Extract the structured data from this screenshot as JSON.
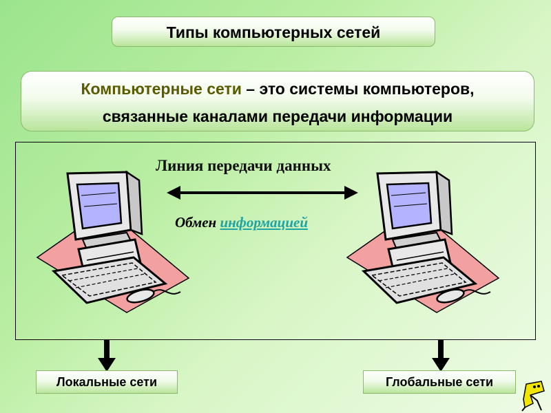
{
  "title": "Типы компьютерных сетей",
  "definition": {
    "term": "Компьютерные сети",
    "rest_line1": " – это системы компьютеров,",
    "line2": "связанные каналами передачи информации"
  },
  "diagram": {
    "line_label": "Линия передачи данных",
    "exchange_word": "Обмен ",
    "exchange_link": "информацией"
  },
  "buttons": {
    "local": "Локальные сети",
    "global": "Глобальные сети"
  },
  "colors": {
    "pill_gradient_bottom": "#B9E59B",
    "term_color": "#5A5A00",
    "link_color": "#1FA3A3",
    "mat_color": "#F2A0A0",
    "screen_color": "#B3B3FF",
    "computer_body": "#E8E8E8"
  },
  "icons": [
    "computer-icon",
    "double-arrow-icon",
    "down-arrow-icon",
    "mascot-icon"
  ]
}
